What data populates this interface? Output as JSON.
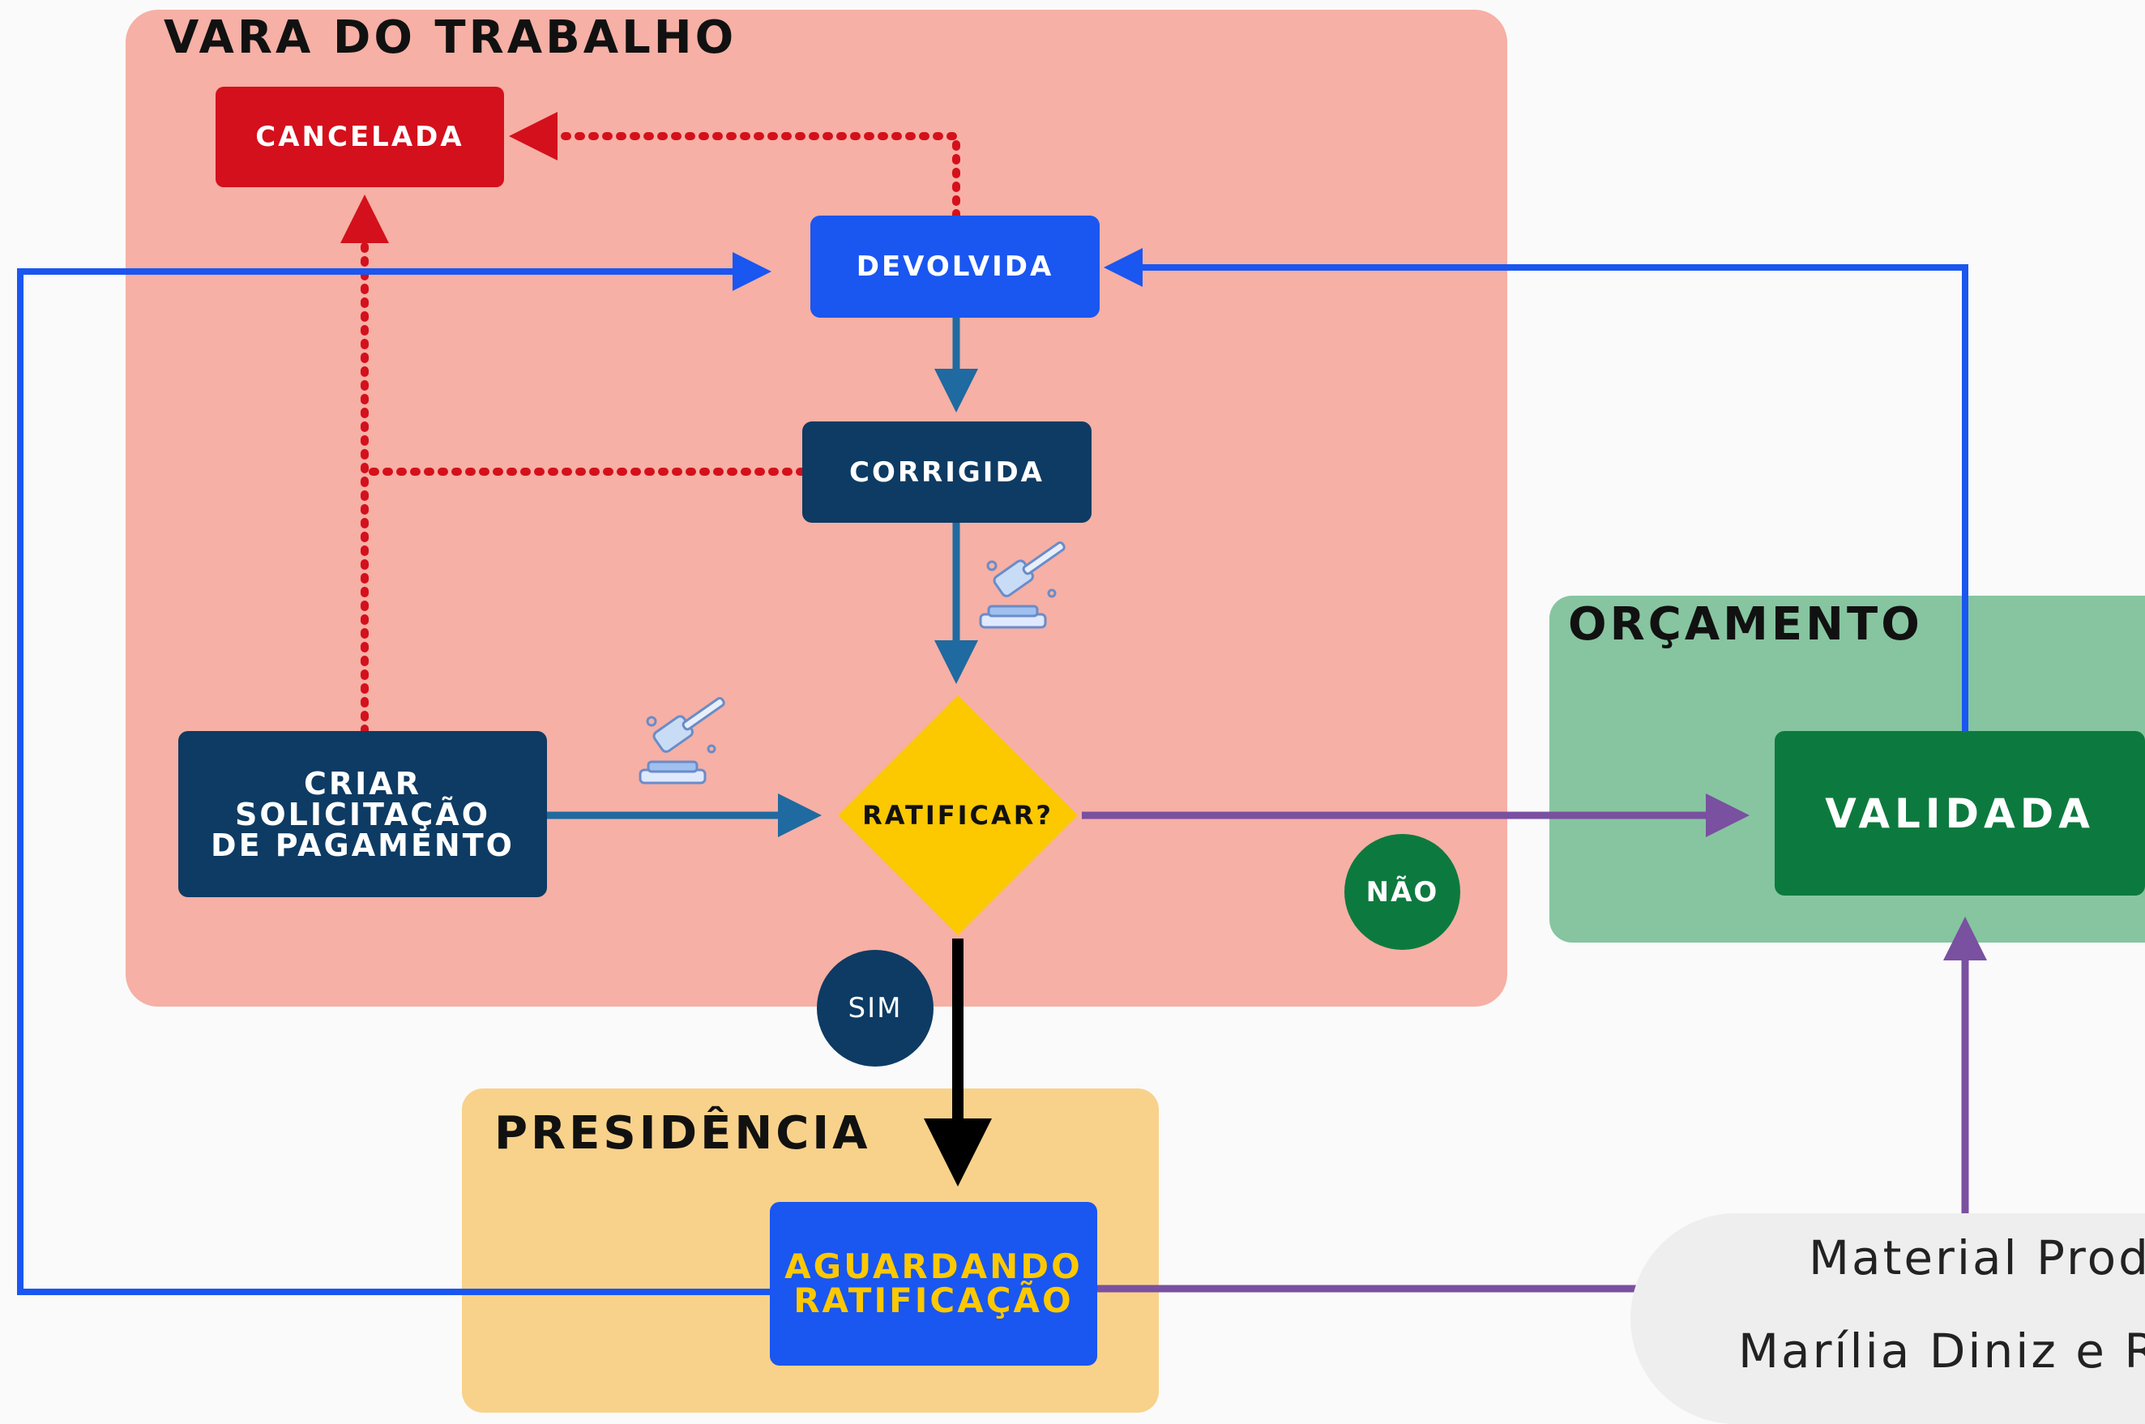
{
  "regions": {
    "vara": {
      "title": "VARA DO TRABALHO",
      "color": "#f6b0a5"
    },
    "orcamento": {
      "title": "ORÇAMENTO",
      "color": "#86c5a0"
    },
    "presidencia": {
      "title": "PRESIDÊNCIA",
      "color": "#f8d28a"
    }
  },
  "nodes": {
    "cancelada": "CANCELADA",
    "devolvida": "DEVOLVIDA",
    "corrigida": "CORRIGIDA",
    "criar": "CRIAR\nSOLICITAÇÃO\nDE PAGAMENTO",
    "ratificar": "RATIFICAR?",
    "validada": "VALIDADA",
    "aguardando": "AGUARDANDO\nRATIFICAÇÃO"
  },
  "badges": {
    "nao": "NÃO",
    "sim": "SIM"
  },
  "credit": {
    "line1": "Material Prod",
    "line2": "Marília Diniz e R"
  },
  "icons": [
    "gavel-icon",
    "gavel-icon"
  ],
  "colors": {
    "blue": "#1a56f0",
    "teal": "#1f6aa0",
    "navy": "#0d3b63",
    "red": "#d4101c",
    "purple": "#7a50a0",
    "green": "#0c7a3e",
    "yellow": "#fcc800"
  }
}
